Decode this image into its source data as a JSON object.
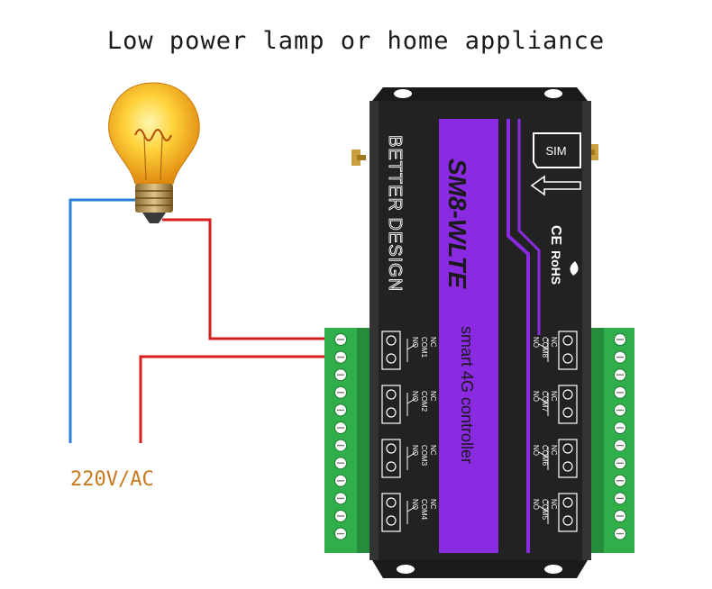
{
  "title": "Low power lamp or home appliance",
  "voltage_label": "220V/AC",
  "device": {
    "model": "SM8-WLTE",
    "subtitle": "smart 4G controller",
    "brand": "BETTER DESIGN",
    "sim_label": "SIM",
    "cert_ce": "CE",
    "cert_rohs": "RoHS"
  },
  "relays_left": [
    {
      "name": "COM1",
      "no": "NO",
      "nc": "NC"
    },
    {
      "name": "COM2",
      "no": "NO",
      "nc": "NC"
    },
    {
      "name": "COM3",
      "no": "NO",
      "nc": "NC"
    },
    {
      "name": "COM4",
      "no": "NO",
      "nc": "NC"
    }
  ],
  "relays_right": [
    {
      "name": "COM8",
      "no": "NO",
      "nc": "NC"
    },
    {
      "name": "COM7",
      "no": "NO",
      "nc": "NC"
    },
    {
      "name": "COM6",
      "no": "NO",
      "nc": "NC"
    },
    {
      "name": "COM5",
      "no": "NO",
      "nc": "NC"
    }
  ],
  "colors": {
    "live_wire": "#d81e1e",
    "neutral_wire": "#2c7fd6",
    "accent_purple": "#8a2be2",
    "terminal_green": "#2fae4a",
    "voltage_text": "#c8781e"
  }
}
